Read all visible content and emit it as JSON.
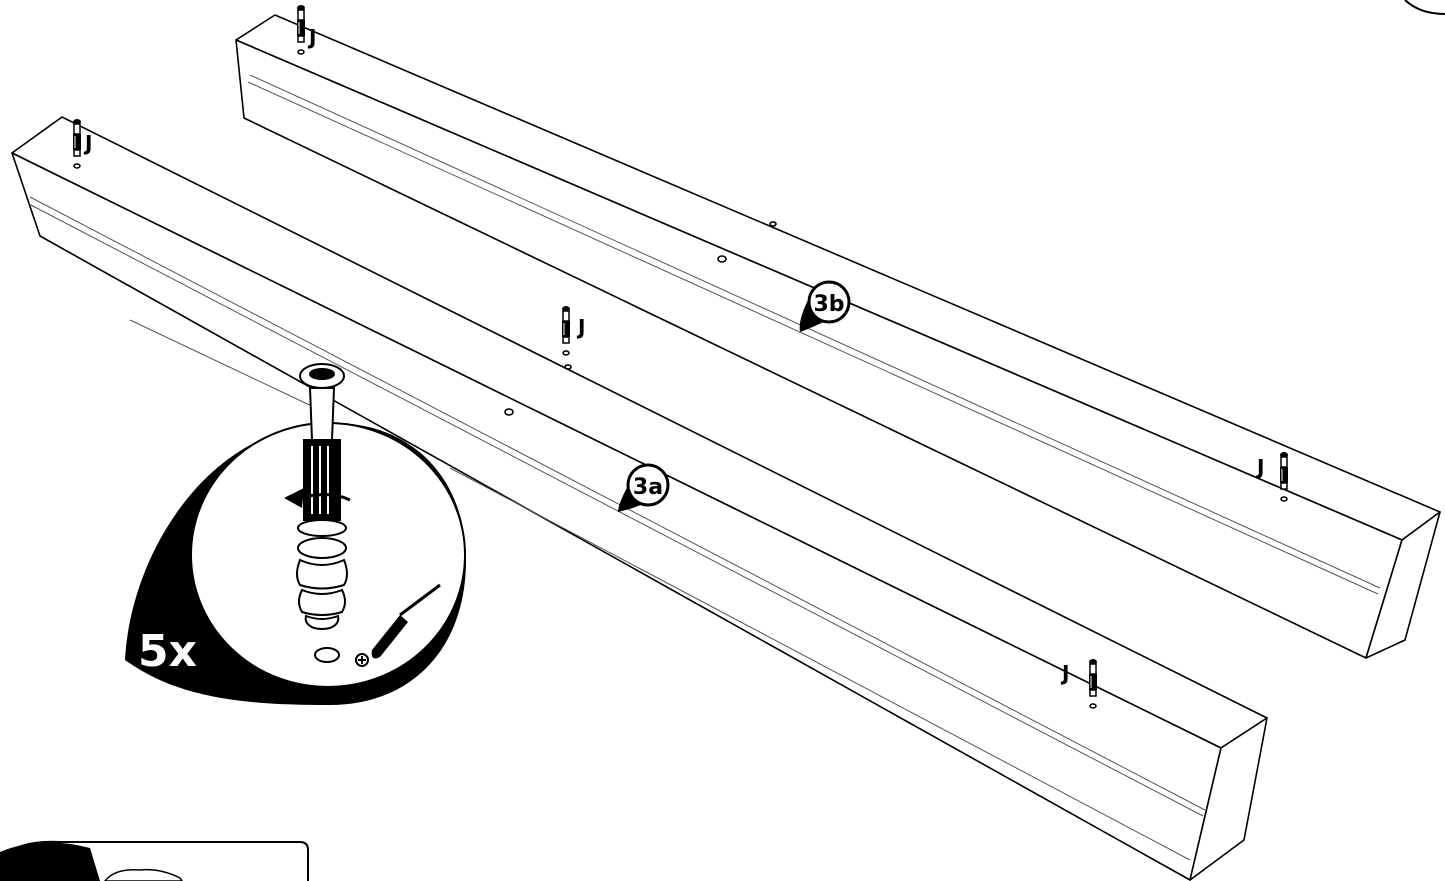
{
  "diagram": {
    "parts": {
      "back_rail": "3b",
      "front_rail": "3a"
    },
    "hardware_letter": "J",
    "quantity": "5x",
    "colors": {
      "ink": "#000000",
      "paper": "#ffffff",
      "line_grey": "#555555"
    },
    "icons": [
      "cam-bolt-icon",
      "screwdriver-icon",
      "rotate-arrow-icon",
      "pilot-hole-icon"
    ]
  }
}
